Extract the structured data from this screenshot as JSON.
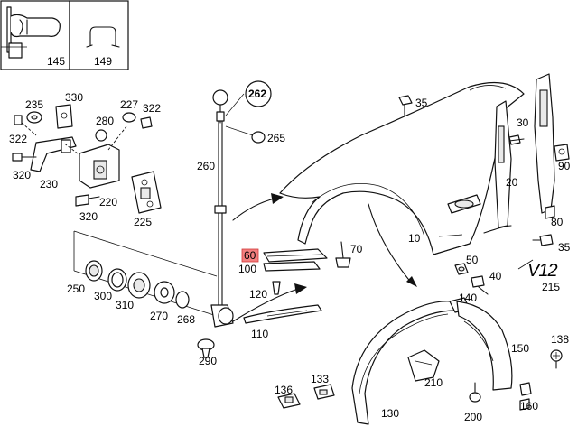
{
  "labels": {
    "p145": "145",
    "p149": "149",
    "p235": "235",
    "p330": "330",
    "p227": "227",
    "p322a": "322",
    "p322b": "322",
    "p280": "280",
    "p320a": "320",
    "p230": "230",
    "p220": "220",
    "p320b": "320",
    "p225": "225",
    "p262": "262",
    "p265": "265",
    "p260": "260",
    "p35a": "35",
    "p30": "30",
    "p90": "90",
    "p20": "20",
    "p80": "80",
    "p35b": "35",
    "p60": "60",
    "p100": "100",
    "p70": "70",
    "p10": "10",
    "p50": "50",
    "p40": "40",
    "p215": "215",
    "p120": "120",
    "p110": "110",
    "p250": "250",
    "p300": "300",
    "p310": "310",
    "p270": "270",
    "p268": "268",
    "p290": "290",
    "p140": "140",
    "p150": "150",
    "p138": "138",
    "p136": "136",
    "p133": "133",
    "p210": "210",
    "p200": "200",
    "p160": "160",
    "p130": "130"
  },
  "badge_text": "V12",
  "highlight_color": "#f37f7f"
}
